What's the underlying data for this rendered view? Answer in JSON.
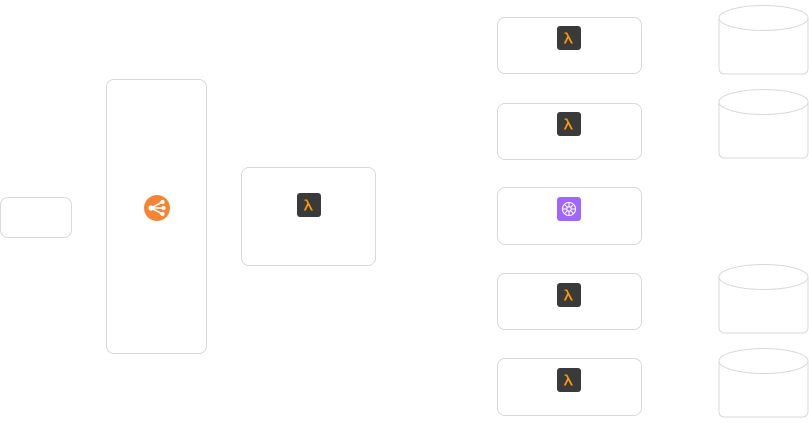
{
  "diagram": {
    "accent": {
      "lambda_bg": "#3a3a3a",
      "lambda_glyph": "#ff9900",
      "load_balancer": "#f58534",
      "ai_service": "#a166ff",
      "border": "#d9d9d9"
    },
    "nodes": [
      {
        "id": "client",
        "kind": "box",
        "icon": null
      },
      {
        "id": "load-balancer",
        "kind": "box",
        "icon": "load-balancer-icon"
      },
      {
        "id": "router-function",
        "kind": "box",
        "icon": "lambda-icon"
      },
      {
        "id": "function-1",
        "kind": "box",
        "icon": "lambda-icon"
      },
      {
        "id": "function-2",
        "kind": "box",
        "icon": "lambda-icon"
      },
      {
        "id": "ai-service",
        "kind": "box",
        "icon": "ai-brain-icon"
      },
      {
        "id": "function-3",
        "kind": "box",
        "icon": "lambda-icon"
      },
      {
        "id": "function-4",
        "kind": "box",
        "icon": "lambda-icon"
      },
      {
        "id": "database-1",
        "kind": "cylinder",
        "icon": null
      },
      {
        "id": "database-2",
        "kind": "cylinder",
        "icon": null
      },
      {
        "id": "database-3",
        "kind": "cylinder",
        "icon": null
      },
      {
        "id": "database-4",
        "kind": "cylinder",
        "icon": null
      }
    ]
  }
}
